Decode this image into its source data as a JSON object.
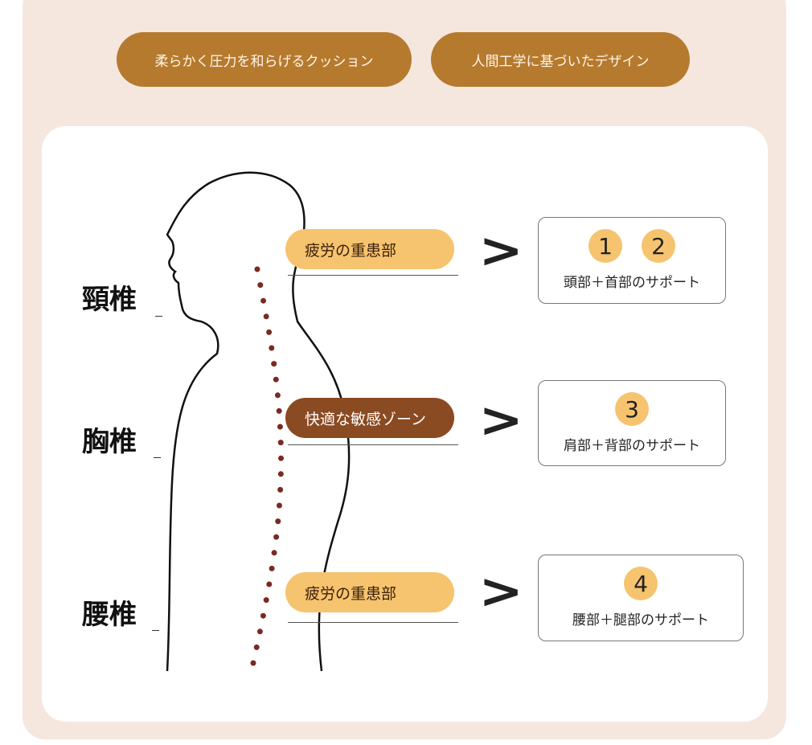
{
  "top_buttons": [
    "柔らかく圧力を和らげるクッション",
    "人間工学に基づいたデザイン"
  ],
  "spine_labels": [
    "頸椎",
    "胸椎",
    "腰椎"
  ],
  "pills": [
    "疲労の重患部",
    "快適な敏感ゾーン",
    "疲労の重患部"
  ],
  "arrow": ">",
  "boxes": [
    {
      "numbers": [
        "1",
        "2"
      ],
      "text": "頭部＋首部のサポート"
    },
    {
      "numbers": [
        "3"
      ],
      "text": "肩部＋背部のサポート"
    },
    {
      "numbers": [
        "4"
      ],
      "text": "腰部＋腿部のサポート"
    }
  ],
  "colors": {
    "background": "#f6e7de",
    "button": "#b67a2f",
    "pill_yellow": "#f6c36e",
    "pill_brown": "#8a4a22",
    "dots": "#7a2a22"
  }
}
